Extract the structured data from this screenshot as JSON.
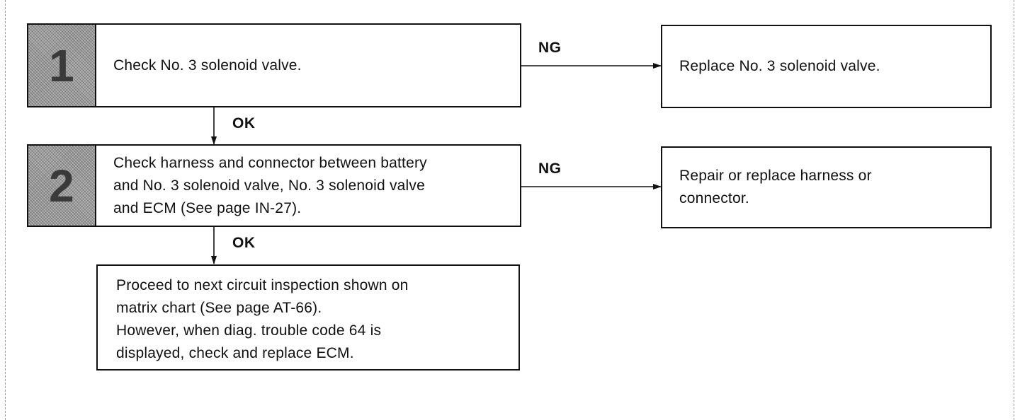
{
  "steps": [
    {
      "number": "1",
      "text": "Check No. 3 solenoid valve."
    },
    {
      "number": "2",
      "lines": [
        "Check harness and connector between battery",
        "and No. 3 solenoid valve, No. 3 solenoid valve",
        "and ECM (See page IN-27)."
      ]
    }
  ],
  "outcomes": {
    "ng_1": {
      "label": "NG",
      "text": "Replace No. 3 solenoid valve."
    },
    "ng_2": {
      "label": "NG",
      "lines": [
        "Repair or replace harness or",
        "connector."
      ]
    },
    "ok_1": {
      "label": "OK"
    },
    "ok_2": {
      "label": "OK"
    },
    "final": {
      "lines": [
        "Proceed to next circuit inspection shown on",
        "matrix chart (See page AT-66).",
        "However, when diag. trouble code 64 is",
        "displayed, check and replace ECM."
      ]
    }
  },
  "colors": {
    "line": "#111111",
    "step_fill": "#9c9c9c"
  }
}
